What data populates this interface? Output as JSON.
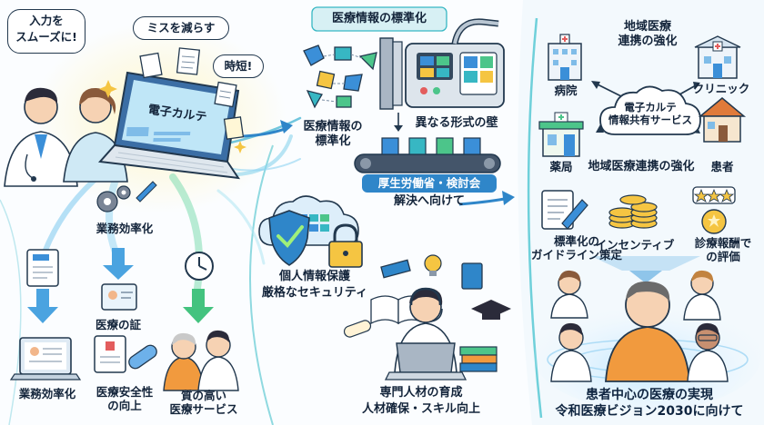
{
  "bubbles": {
    "smooth_input": [
      "入力を",
      "スムーズに!"
    ],
    "reduce_errors": "ミスを減らす",
    "time_saving": "時短!"
  },
  "laptop_screen": "電子カルテ",
  "left_column": {
    "efficiency_top": "業務効率化",
    "proof": "医療の証",
    "efficiency_bottom": "業務効率化",
    "safety": [
      "医療安全性",
      "の向上"
    ],
    "quality": [
      "質の高い",
      "医療サービス"
    ]
  },
  "middle_column": {
    "standardization_title": "医療情報の標準化",
    "standardization_label": [
      "医療情報の",
      "標準化"
    ],
    "format_wall": "異なる形式の壁",
    "mhlw_panel": "厚生労働省・検討会",
    "toward_solution": "解決へ向けて",
    "privacy": [
      "個人情報保護",
      "厳格なセキュリティ"
    ],
    "training": [
      "専門人材の育成",
      "人材確保・スキル向上"
    ]
  },
  "right_column": {
    "regional_title": [
      "地域医療",
      "連携の強化"
    ],
    "hospital": "病院",
    "clinic": "クリニック",
    "ehr_service": [
      "電子カルテ",
      "情報共有サービス"
    ],
    "pharmacy": "薬局",
    "regional_label": "地域医療連携の強化",
    "patient": "患者",
    "guideline": [
      "標準化の",
      "ガイドライン策定"
    ],
    "incentive": "インセンティブ",
    "fee_evaluation": [
      "診療報酬で",
      "の評価"
    ],
    "goal": [
      "患者中心の医療の実現",
      "令和医療ビジョン2030に向けて"
    ]
  },
  "colors": {
    "navy": "#22384e",
    "teal": "#37b7c3",
    "blue": "#3b8fd8",
    "green": "#4cc58a",
    "orange": "#f19a3e",
    "yellow": "#f5c542"
  }
}
